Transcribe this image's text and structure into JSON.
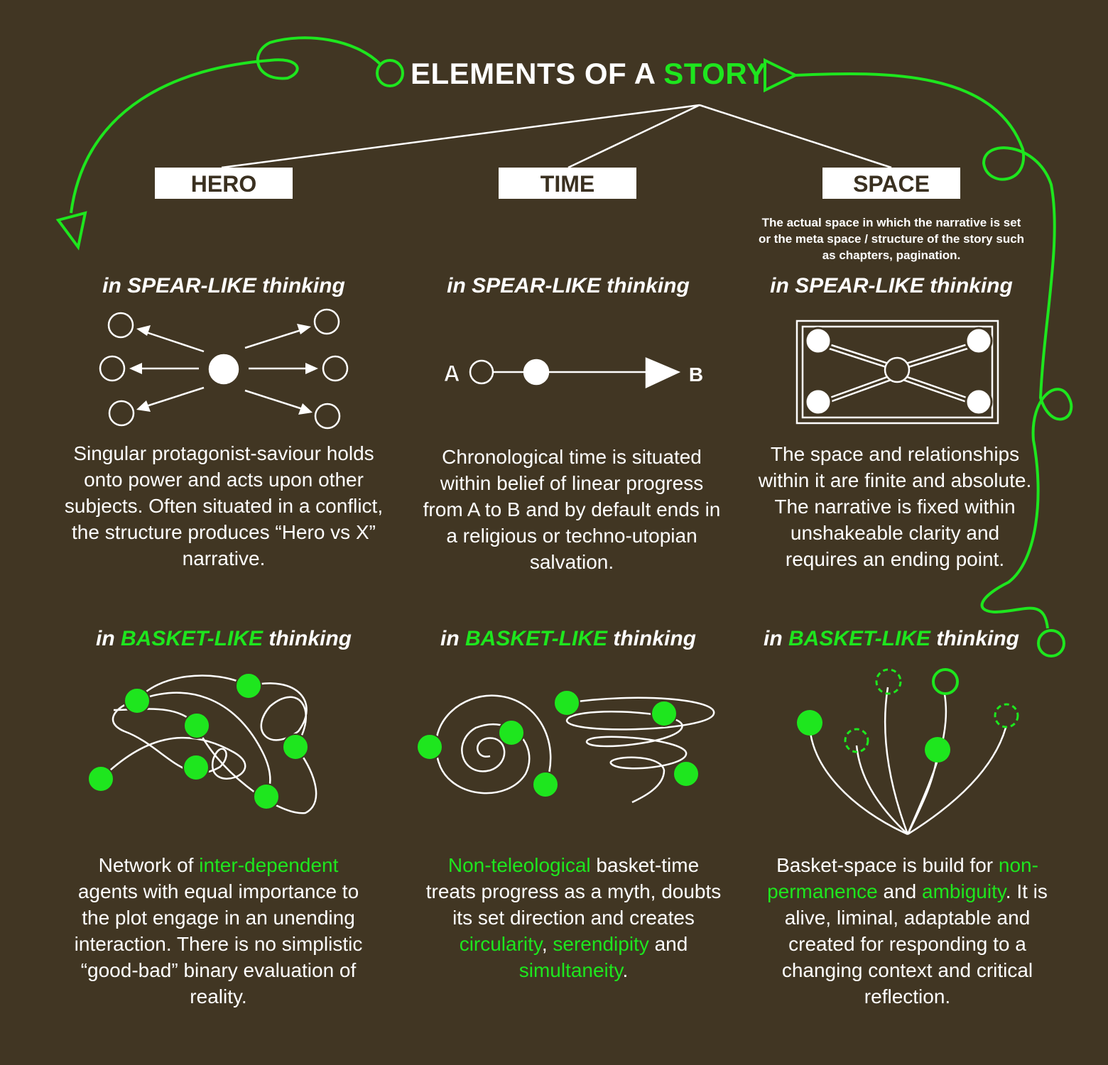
{
  "title": {
    "part1": "ELEMENTS OF A ",
    "part2": "STORY"
  },
  "columns": [
    {
      "label": "HERO"
    },
    {
      "label": "TIME"
    },
    {
      "label": "SPACE",
      "note": "The actual space in which the narrative is set or the meta space / structure of the story such as chapters, pagination."
    }
  ],
  "spear": {
    "prefix": "in ",
    "keyword": "SPEAR-LIKE",
    "suffix": " thinking"
  },
  "basket": {
    "prefix": "in ",
    "keyword": "BASKET-LIKE",
    "suffix": " thinking"
  },
  "time_diagram": {
    "a": "A",
    "b": "B"
  },
  "spear_text": {
    "hero": "Singular protagonist-saviour holds onto power and acts upon other subjects. Often situated in a conflict, the structure produces “Hero vs X” narrative.",
    "time": "Chronological time is situated within belief of linear progress from A to B and by default ends in a religious or techno-utopian salvation.",
    "space": "The space and relationships within it are finite and absolute. The narrative is fixed within unshakeable clarity and requires an ending point."
  },
  "basket_text": {
    "hero": [
      "Network of ",
      "inter-dependent",
      " agents with equal importance to the plot engage in an unending interaction. There is no simplistic “good-bad” binary evaluation of reality."
    ],
    "time": [
      "Non-teleological",
      " basket-time treats progress as a myth, doubts its set direction and creates ",
      "circularity",
      ", ",
      "serendipity",
      " and ",
      "simultaneity",
      "."
    ],
    "space": [
      "Basket-space is build for ",
      "non-permanence",
      " and ",
      "ambiguity",
      ". It is alive, liminal, adaptable and created for responding to a changing context and critical reflection."
    ]
  },
  "colors": {
    "background": "#413623",
    "accent": "#1ee61e",
    "text": "#ffffff"
  }
}
